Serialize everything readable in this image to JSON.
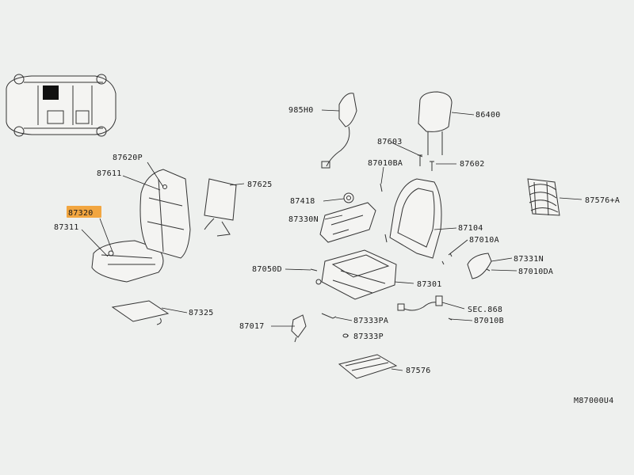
{
  "diagram": {
    "drawing_code": "M87000U4",
    "highlight_color": "#f2a640",
    "labels": {
      "l87320": "87320",
      "l87311": "87311",
      "l87620p": "87620P",
      "l87611": "87611",
      "l87625": "87625",
      "l87325": "87325",
      "l985h0": "985H0",
      "l86400": "86400",
      "l87603": "87603",
      "l87010ba": "87010BA",
      "l87602": "87602",
      "l87418": "87418",
      "l87330n": "87330N",
      "l87104": "87104",
      "l87010a": "87010A",
      "l87576a": "87576+A",
      "l87331n": "87331N",
      "l87010da": "87010DA",
      "l87050d": "87050D",
      "l87301": "87301",
      "lsec868": "SEC.868",
      "l87333pa": "87333PA",
      "l87010b": "87010B",
      "l87017": "87017",
      "l87333p": "87333P",
      "l87576": "87576"
    }
  }
}
